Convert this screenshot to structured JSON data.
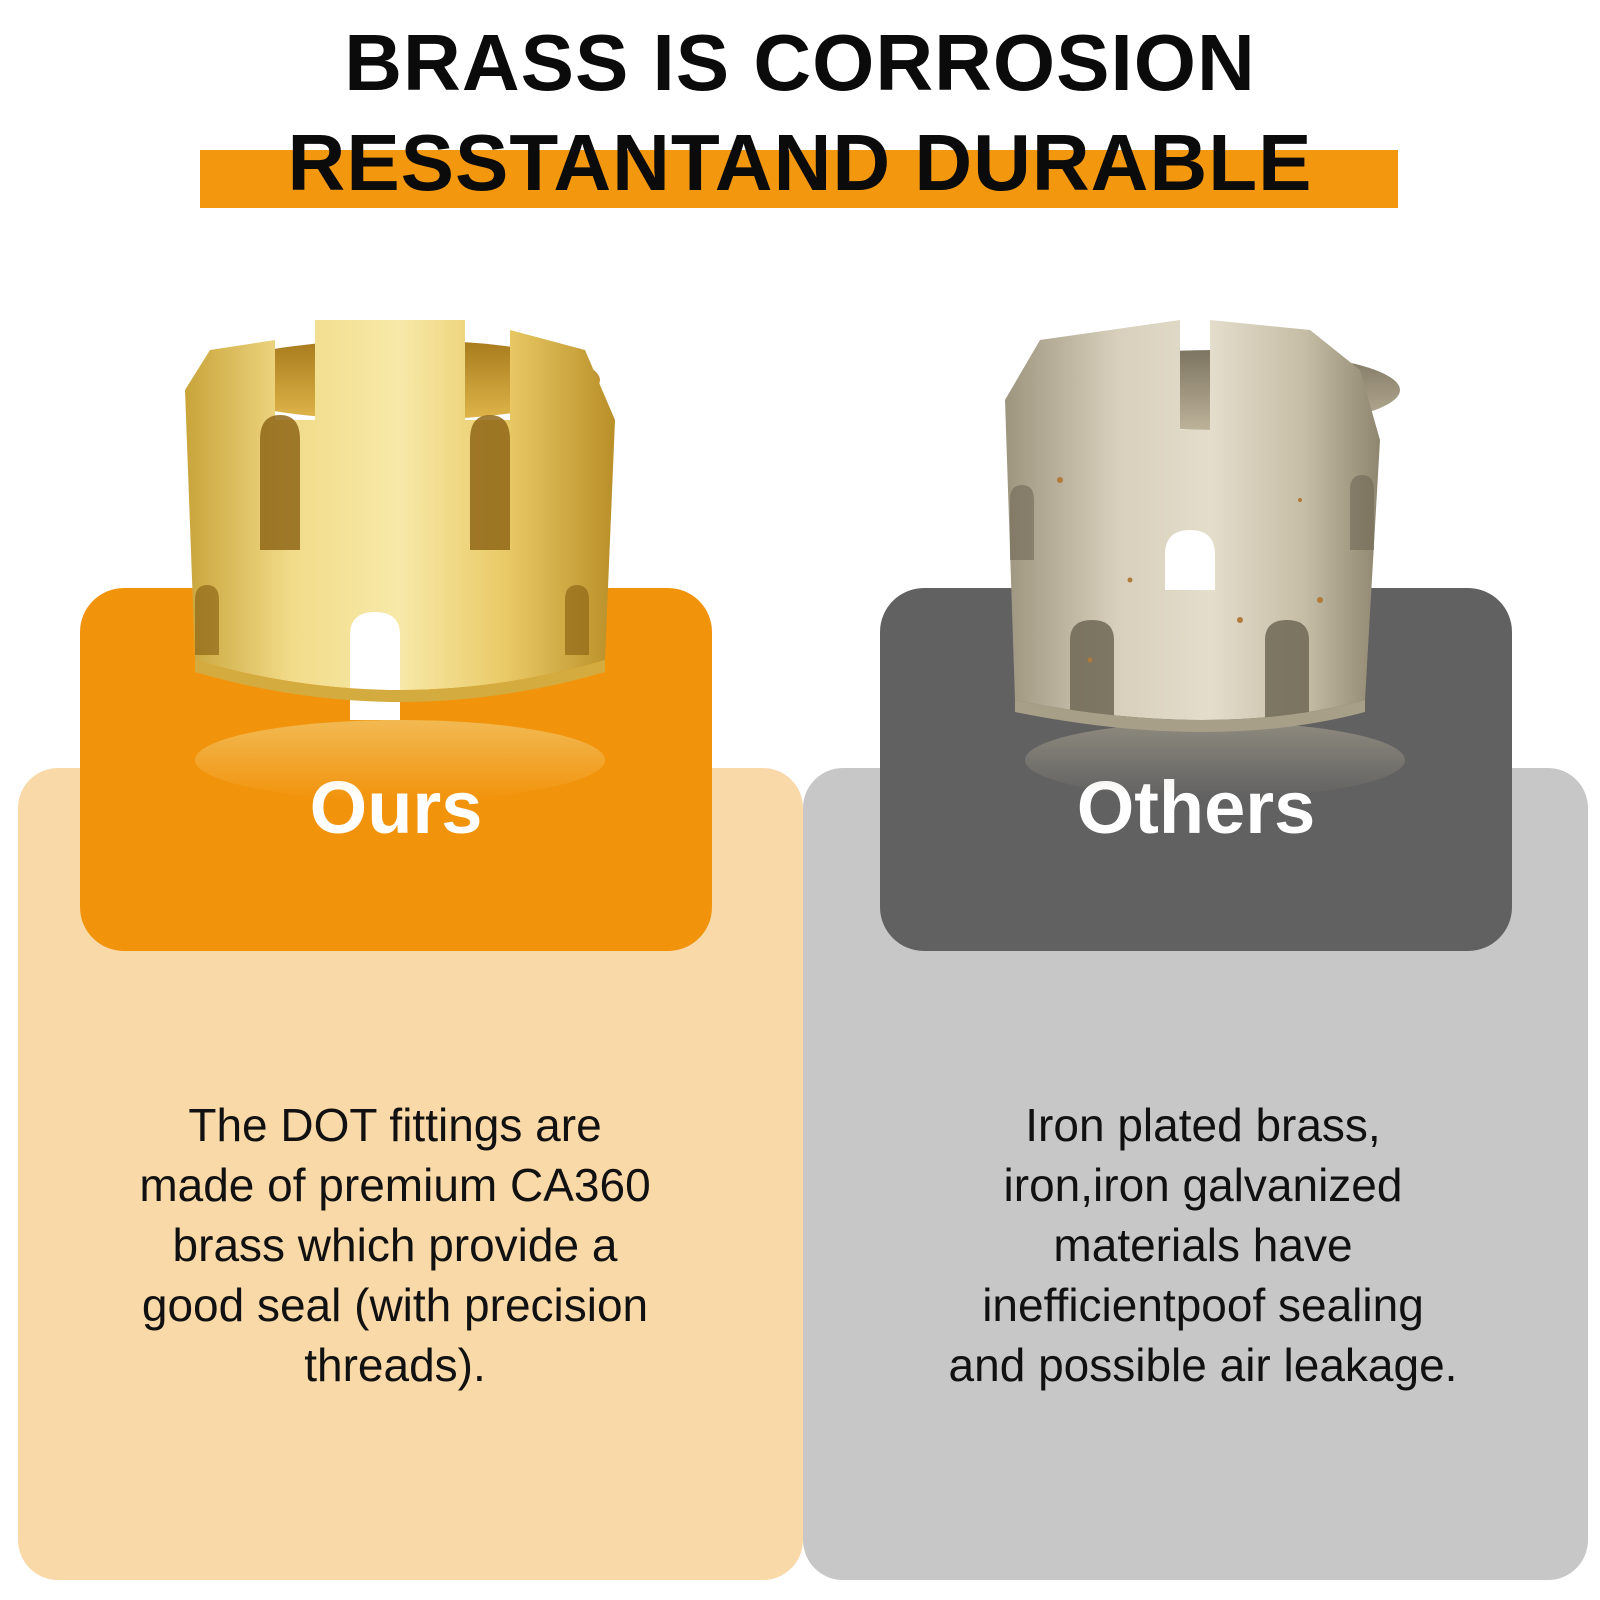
{
  "headline": {
    "line1": "BRASS IS CORROSION",
    "line2": "RESSTANTAND DURABLE"
  },
  "colors": {
    "accent_orange": "#f3970f",
    "ours_panel": "#f9d9a8",
    "others_panel": "#c7c7c7",
    "others_card": "#616161",
    "brass": "#e6c256",
    "plated": "#bfb59d"
  },
  "ours": {
    "label": "Ours",
    "image_icon": "brass-fitting-icon",
    "description_lines": [
      "The DOT fittings are",
      "made of premium CA360",
      "brass which provide a",
      "good seal (with precision",
      "threads)."
    ]
  },
  "others": {
    "label": "Others",
    "image_icon": "iron-fitting-icon",
    "description_lines": [
      "Iron plated brass,",
      "iron,iron galvanized",
      "materials have",
      "inefficientpoof sealing",
      "and possible air leakage."
    ]
  }
}
